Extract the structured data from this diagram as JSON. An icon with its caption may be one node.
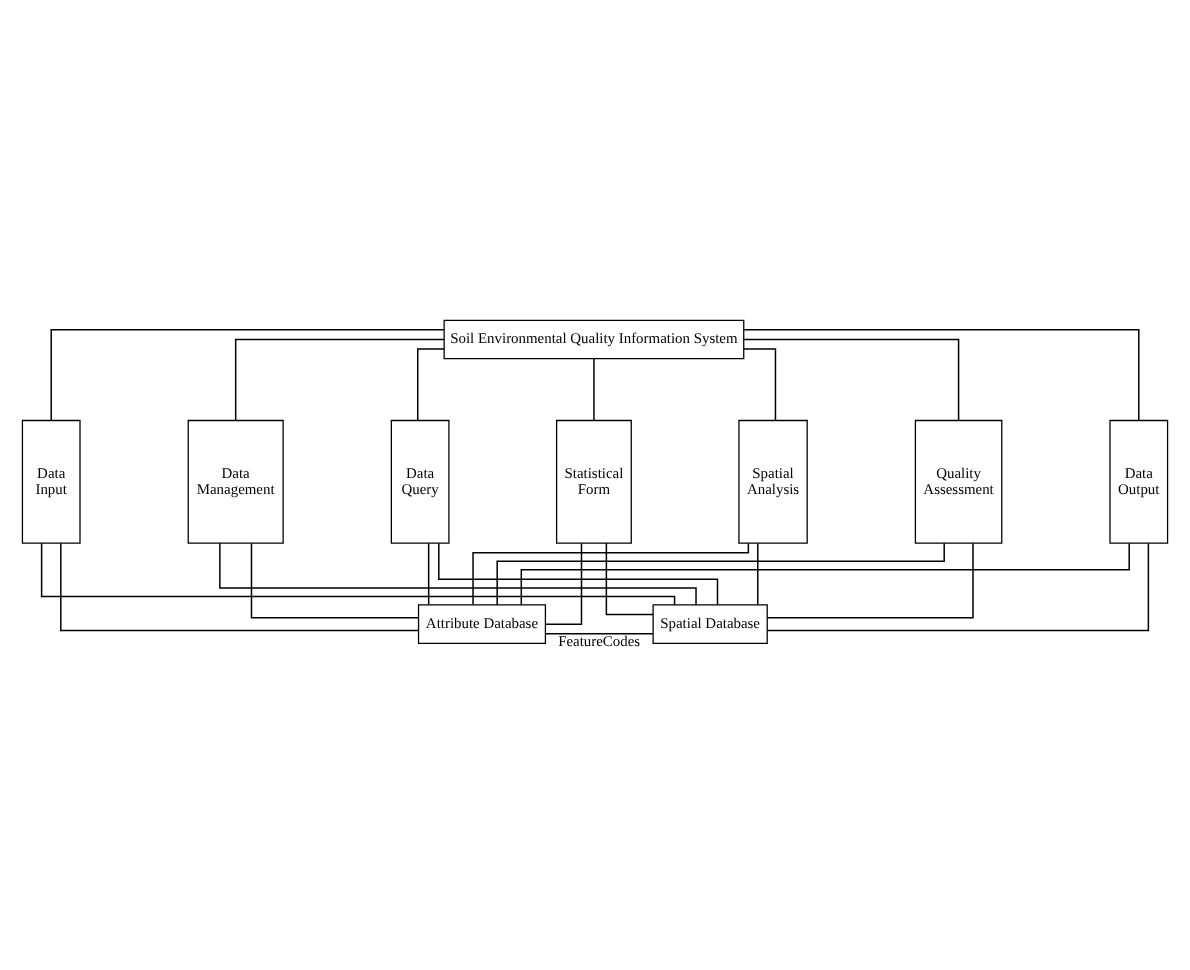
{
  "diagram": {
    "nodes": [
      {
        "text": [
          "Soil Environmental Quality Information System"
        ]
      },
      {
        "text": [
          "Data Input"
        ]
      },
      {
        "text": [
          "Data Management"
        ]
      },
      {
        "text": [
          "Data Query"
        ]
      },
      {
        "text": [
          "Statistical Form"
        ]
      },
      {
        "text": [
          "Spatial Analysis"
        ]
      },
      {
        "text": [
          "Quality Assessment"
        ]
      },
      {
        "text": [
          "Data Output"
        ]
      },
      {
        "text": [
          "Attribute Database"
        ]
      },
      {
        "text": [
          "Spatial Database"
        ]
      }
    ],
    "edges": [
      {
        "from": 0,
        "to": 1,
        "arrow": "none"
      },
      {
        "from": 0,
        "to": 2,
        "arrow": "none"
      },
      {
        "from": 0,
        "to": 3,
        "arrow": "none"
      },
      {
        "from": 0,
        "to": 4,
        "arrow": "none"
      },
      {
        "from": 0,
        "to": 5,
        "arrow": "none"
      },
      {
        "from": 0,
        "to": 6,
        "arrow": "none"
      },
      {
        "from": 0,
        "to": 7,
        "arrow": "none"
      },
      {
        "from": 1,
        "to": 8,
        "arrow": "none"
      },
      {
        "from": 1,
        "to": 9,
        "arrow": "none"
      },
      {
        "from": 2,
        "to": 8,
        "arrow": "none"
      },
      {
        "from": 2,
        "to": 9,
        "arrow": "none"
      },
      {
        "from": 3,
        "to": 8,
        "arrow": "none"
      },
      {
        "from": 3,
        "to": 9,
        "arrow": "none"
      },
      {
        "from": 4,
        "to": 8,
        "arrow": "none"
      },
      {
        "from": 4,
        "to": 9,
        "arrow": "none"
      },
      {
        "from": 5,
        "to": 8,
        "arrow": "none"
      },
      {
        "from": 5,
        "to": 9,
        "arrow": "none"
      },
      {
        "from": 6,
        "to": 8,
        "arrow": "none"
      },
      {
        "from": 6,
        "to": 9,
        "arrow": "none"
      },
      {
        "from": 7,
        "to": 8,
        "arrow": "none"
      },
      {
        "from": 7,
        "to": 9,
        "arrow": "none"
      },
      {
        "from": 8,
        "to": 9,
        "arrow": "none",
        "label": "FeatureCodes"
      }
    ]
  }
}
